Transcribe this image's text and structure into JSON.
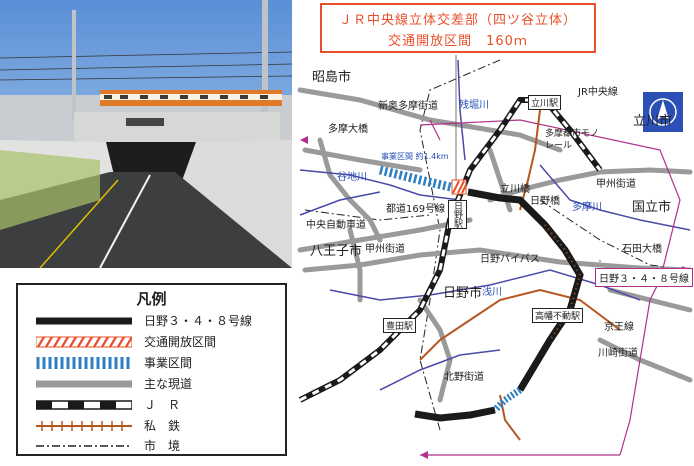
{
  "title": {
    "line1": "ＪＲ中央線立体交差部（四ツ谷立体）",
    "line2": "交通開放区間　160ｍ"
  },
  "legend": {
    "title": "凡例",
    "items": [
      {
        "symbol": "black-thick-line",
        "label": "日野３・４・８号線"
      },
      {
        "symbol": "orange-hatched-line",
        "label": "交通開放区間"
      },
      {
        "symbol": "blue-striped-line",
        "label": "事業区間"
      },
      {
        "symbol": "gray-line",
        "label": "主な現道"
      },
      {
        "symbol": "jr-line",
        "label": "Ｊ　Ｒ"
      },
      {
        "symbol": "private-rail-line",
        "label": "私　鉄"
      },
      {
        "symbol": "boundary-line",
        "label": "市　境"
      }
    ]
  },
  "map_labels": {
    "akishima": "昭島市",
    "tachikawa": "立川市",
    "kunitachi": "国立市",
    "hachioji": "八王子市",
    "hino": "日野市",
    "shin_tamadaibashi_kaido": "新奥多摩街道",
    "zanbori_river": "残堀川",
    "tachikawa_station": "立川駅",
    "jr_chuo_line": "JR中央線",
    "tama_ohashi": "多摩大橋",
    "jigyo_kukan": "事業区間 約1.4km",
    "tama_monorail": "多摩都市モノレール",
    "tachikawa_bashi": "立川橋",
    "yachi_river": "谷地川",
    "route169": "都道169号線",
    "hino_bashi": "日野橋",
    "koshu_kaido_east": "甲州街道",
    "chuo_expressway": "中央自動車道",
    "hino_station": "日野駅",
    "tama_river": "多摩川",
    "koshu_kaido_west": "甲州街道",
    "ishida_ohashi": "石田大橋",
    "hino_bypass": "日野バイパス",
    "asa_river": "浅川",
    "toyoda_station": "豊田駅",
    "takahata_fudo_station": "高幡不動駅",
    "keio_line": "京王線",
    "kawasaki_kaido": "川崎街道",
    "kitano_kaido": "北野街道"
  },
  "route_badge": "日野３・４・８号線",
  "colors": {
    "accent_orange": "#e8502a",
    "route_black": "#1a1a1a",
    "project_blue": "#2f7fc4",
    "road_gray": "#9a9a9a",
    "river_blue": "#4a4aa8",
    "boundary_purple": "#b0308c",
    "private_rail_brown": "#b5561f"
  }
}
